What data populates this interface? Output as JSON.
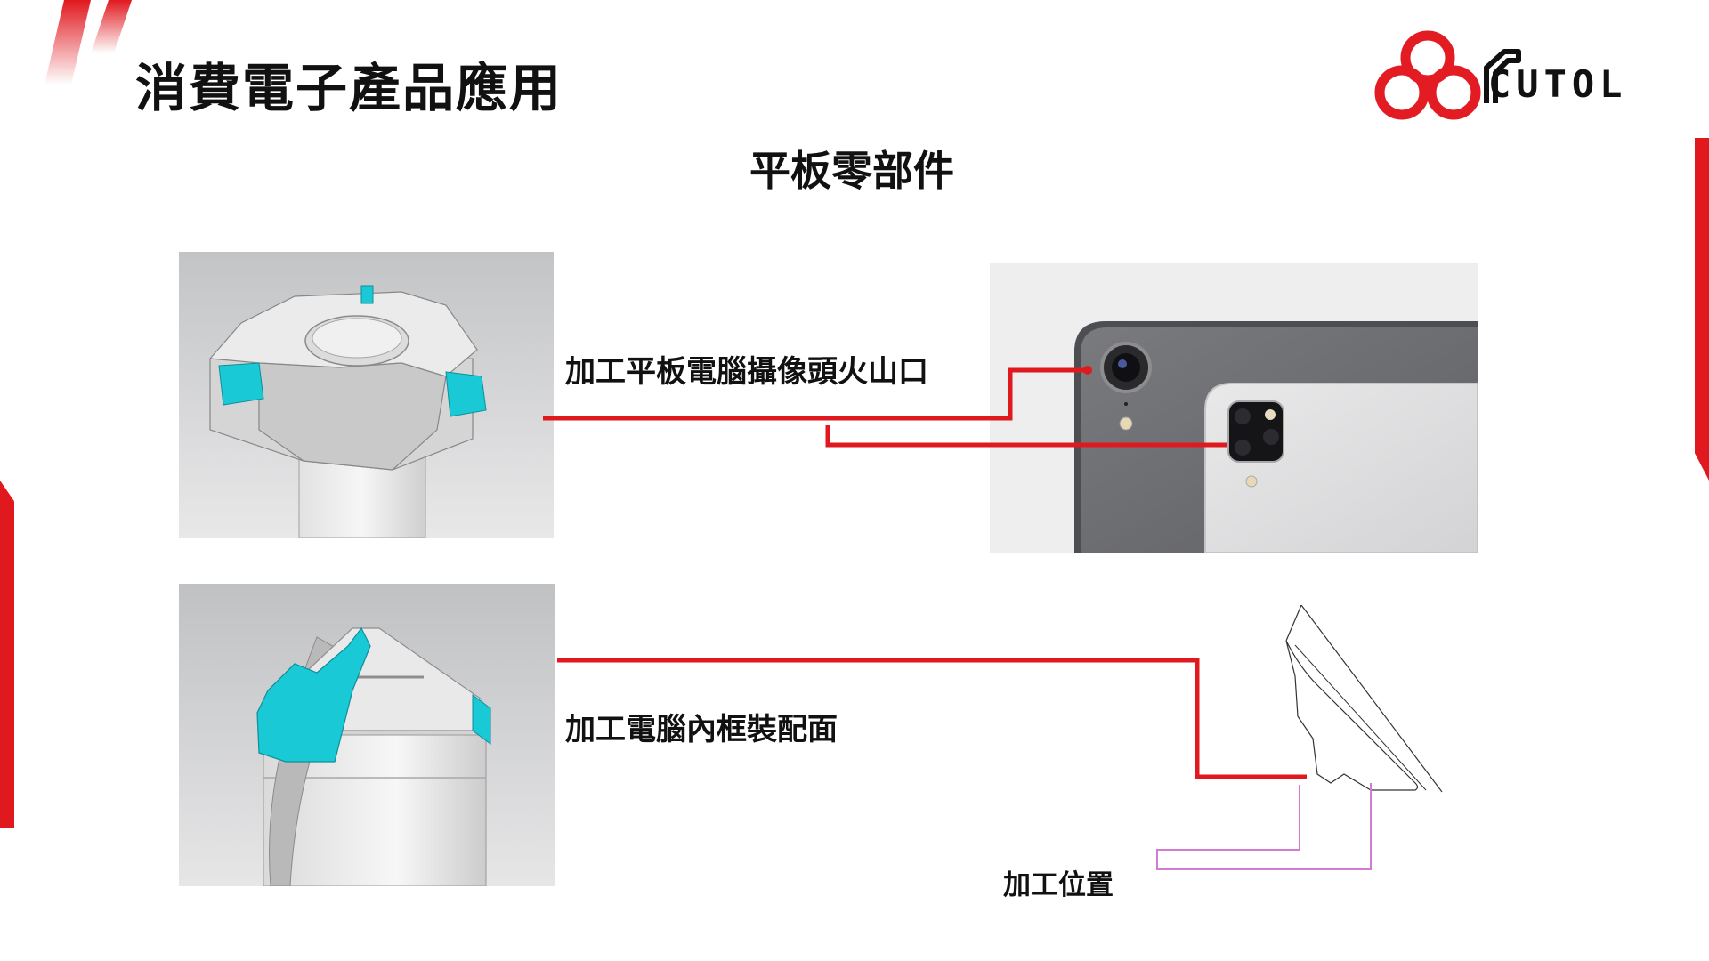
{
  "slide": {
    "title": "消費電子產品應用",
    "subtitle": "平板零部件"
  },
  "logo": {
    "text": "CUTOL",
    "brand_color": "#e31b23"
  },
  "sections": [
    {
      "label": "加工平板電腦攝像頭火山口"
    },
    {
      "label": "加工電腦內框裝配面"
    }
  ],
  "annotation": {
    "label": "加工位置"
  },
  "colors": {
    "accent_red": "#e0191f",
    "tool_cyan": "#19c9d6",
    "callout_magenta": "#d37bd3",
    "tablet_gray": "#6b6c70"
  }
}
